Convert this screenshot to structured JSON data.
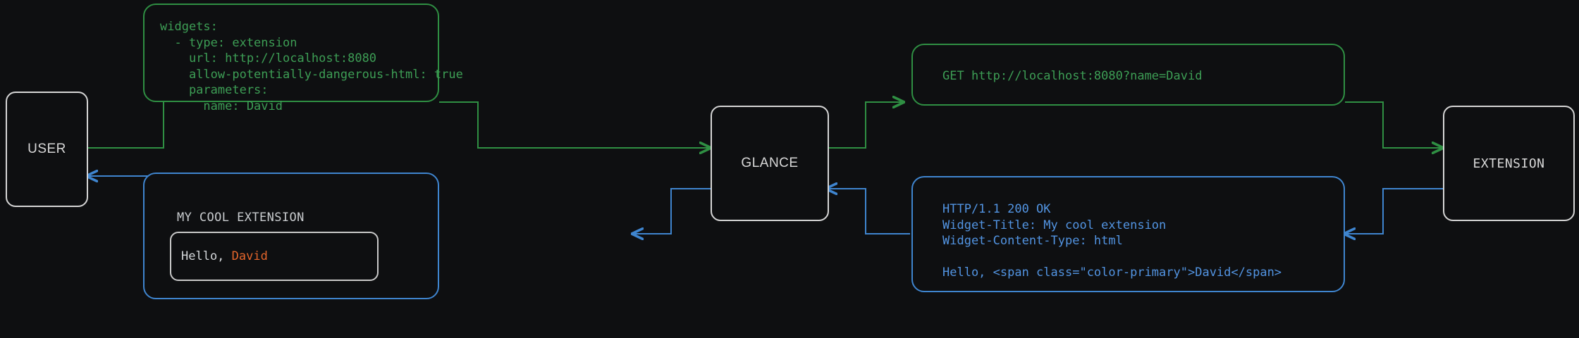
{
  "colors": {
    "background": "#0e0f11",
    "node_border": "#d6d6d6",
    "request_green": "#2f8f43",
    "request_green_text": "#3d9e55",
    "response_blue": "#3f85cf",
    "response_blue_text": "#5294e2",
    "accent_orange": "#e4652b",
    "widget_text": "#d4d7da"
  },
  "diagram": {
    "type": "sequence-flow",
    "nodes": [
      {
        "id": "user",
        "label": "USER"
      },
      {
        "id": "glance",
        "label": "GLANCE"
      },
      {
        "id": "extension",
        "label": "EXTENSION"
      }
    ],
    "messages": [
      {
        "id": "config",
        "direction": "user-to-glance",
        "kind": "yaml-config",
        "color": "green",
        "lines": [
          "widgets:",
          "  - type: extension",
          "    url: http://localhost:8080",
          "    allow-potentially-dangerous-html: true",
          "    parameters:",
          "      name: David"
        ]
      },
      {
        "id": "http-request",
        "direction": "glance-to-extension",
        "kind": "http-request",
        "color": "green",
        "lines": [
          "GET http://localhost:8080?name=David"
        ]
      },
      {
        "id": "http-response",
        "direction": "extension-to-glance",
        "kind": "http-response",
        "color": "blue",
        "lines": [
          "HTTP/1.1 200 OK",
          "Widget-Title: My cool extension",
          "Widget-Content-Type: html",
          "",
          "Hello, <span class=\"color-primary\">David</span>"
        ]
      },
      {
        "id": "rendered-widget",
        "direction": "glance-to-user",
        "kind": "rendered-widget",
        "color": "blue",
        "widget": {
          "title": "MY COOL EXTENSION",
          "body_prefix": "Hello, ",
          "body_accent": "David"
        }
      }
    ]
  }
}
